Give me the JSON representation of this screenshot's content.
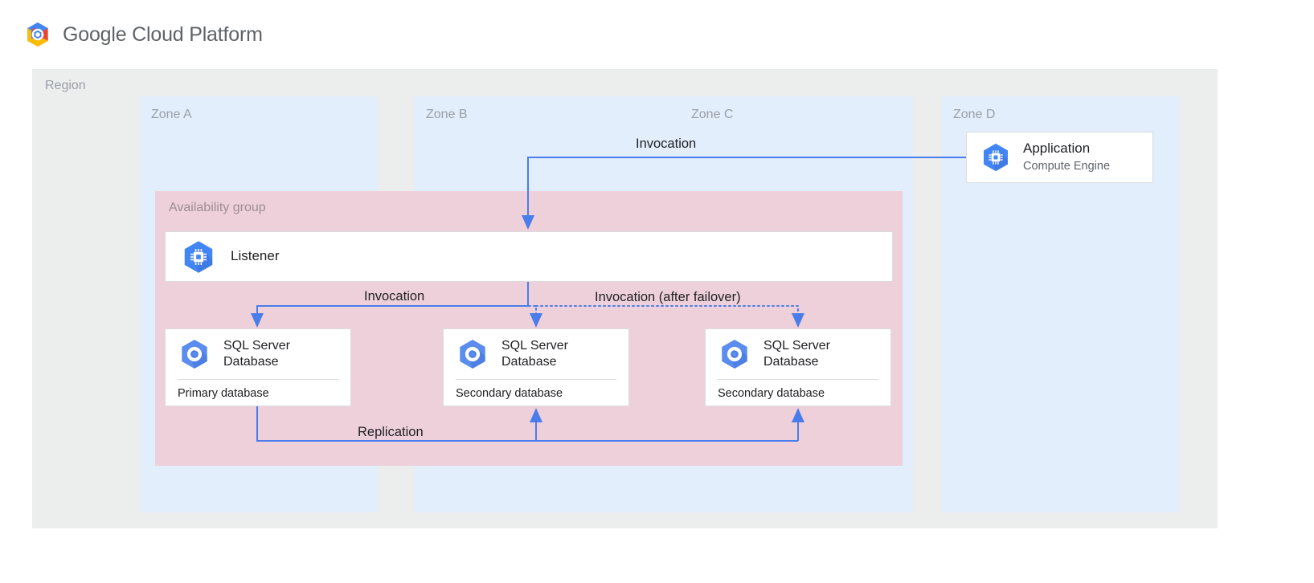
{
  "header": {
    "logo_icon": "google-cloud-hexagon-logo",
    "brand_google": "Google",
    "brand_rest": " Cloud Platform"
  },
  "region": {
    "label": "Region",
    "zones": [
      {
        "id": "zone-a",
        "label": "Zone A"
      },
      {
        "id": "zone-b",
        "label": "Zone B"
      },
      {
        "id": "zone-c",
        "label": "Zone C"
      },
      {
        "id": "zone-d",
        "label": "Zone D"
      }
    ]
  },
  "availability_group": {
    "label": "Availability group"
  },
  "nodes": {
    "application": {
      "title": "Application",
      "subtitle": "Compute Engine",
      "icon": "compute-engine-icon"
    },
    "listener": {
      "title": "Listener",
      "icon": "compute-engine-icon"
    },
    "db_a": {
      "title": "SQL Server\nDatabase",
      "role": "Primary database",
      "icon": "sql-server-icon"
    },
    "db_b": {
      "title": "SQL Server\nDatabase",
      "role": "Secondary database",
      "icon": "sql-server-icon"
    },
    "db_c": {
      "title": "SQL Server\nDatabase",
      "role": "Secondary database",
      "icon": "sql-server-icon"
    }
  },
  "edges": {
    "invocation_top": "Invocation",
    "invocation_primary": "Invocation",
    "invocation_failover": "Invocation (after failover)",
    "replication": "Replication"
  },
  "colors": {
    "region_bg": "#eceded",
    "zone_bg": "#e2eefc",
    "availability_group_bg": "#eed0da",
    "connector_blue": "#4a7dec",
    "icon_blue": "#4285f4",
    "card_border": "#dadce0",
    "muted_text": "#9aa0a6",
    "body_text": "#202124"
  }
}
